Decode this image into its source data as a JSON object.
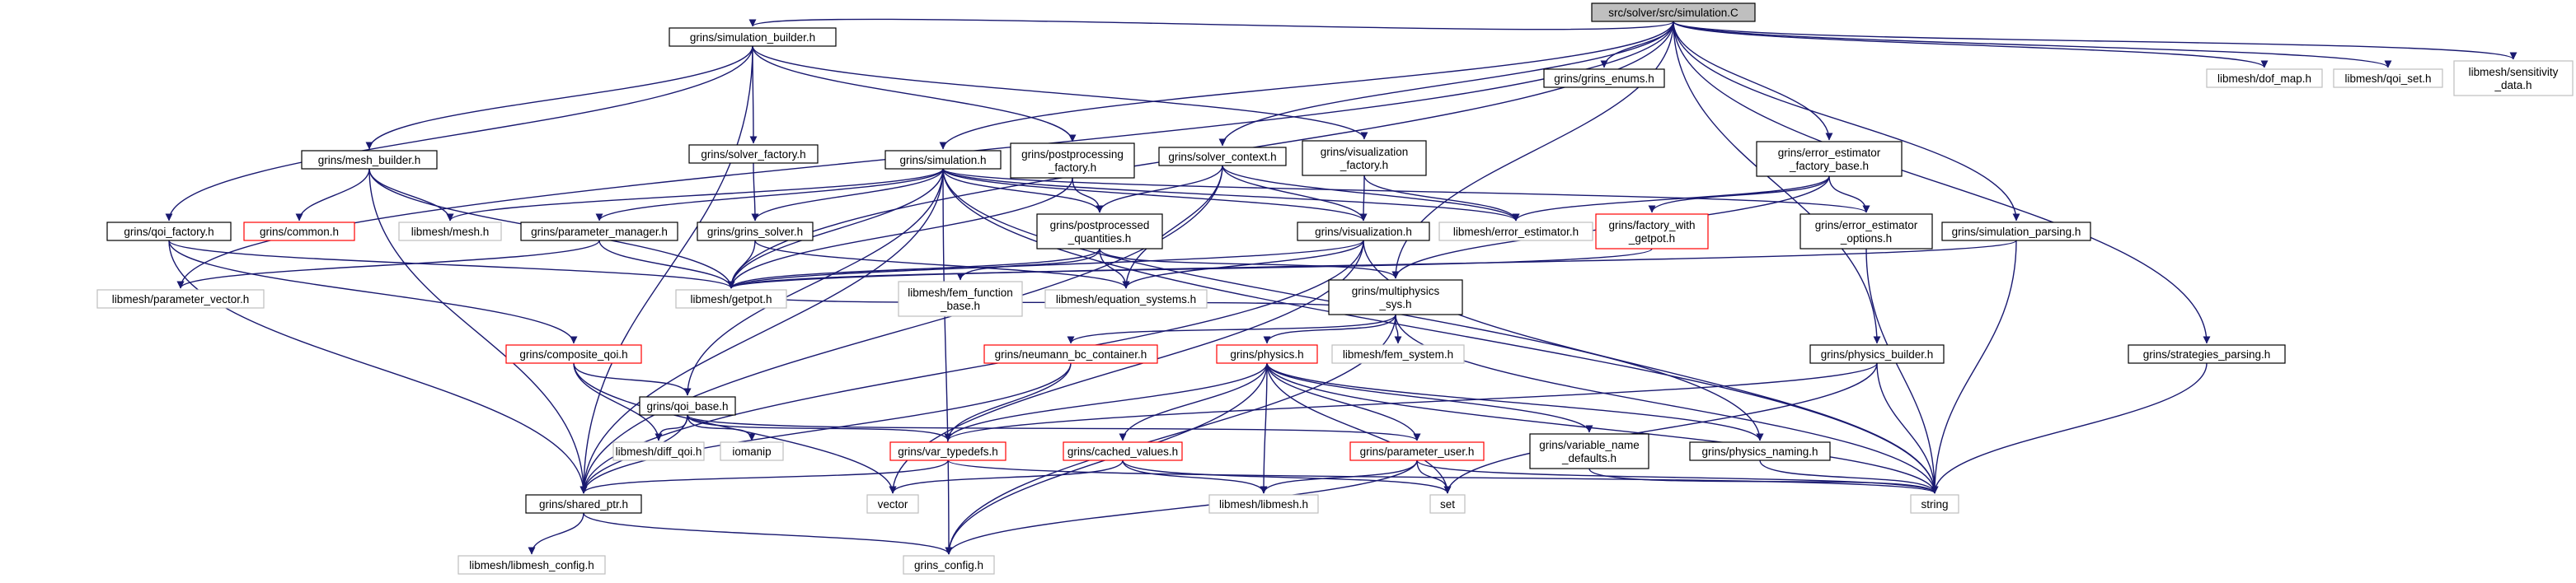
{
  "colors": {
    "edge": "#191970",
    "box_black": "#000000",
    "box_red": "#ff0000",
    "box_gray": "#bfbfbf",
    "root_fill": "#bfbfbf"
  },
  "nodes": [
    {
      "id": "sim_C",
      "lines": [
        "src/solver/src/simulation.C"
      ],
      "style": "root"
    },
    {
      "id": "sim_builder",
      "lines": [
        "grins/simulation_builder.h"
      ],
      "style": "black"
    },
    {
      "id": "enums",
      "lines": [
        "grins/grins_enums.h"
      ],
      "style": "black"
    },
    {
      "id": "dofmap",
      "lines": [
        "libmesh/dof_map.h"
      ],
      "style": "gray"
    },
    {
      "id": "qoiset",
      "lines": [
        "libmesh/qoi_set.h"
      ],
      "style": "gray"
    },
    {
      "id": "sensdata",
      "lines": [
        "libmesh/sensitivity",
        "_data.h"
      ],
      "style": "gray"
    },
    {
      "id": "mesh_builder",
      "lines": [
        "grins/mesh_builder.h"
      ],
      "style": "black"
    },
    {
      "id": "solver_factory",
      "lines": [
        "grins/solver_factory.h"
      ],
      "style": "black"
    },
    {
      "id": "simulation_h",
      "lines": [
        "grins/simulation.h"
      ],
      "style": "black"
    },
    {
      "id": "pp_factory",
      "lines": [
        "grins/postprocessing",
        "_factory.h"
      ],
      "style": "black"
    },
    {
      "id": "solver_ctx",
      "lines": [
        "grins/solver_context.h"
      ],
      "style": "black"
    },
    {
      "id": "vis_factory",
      "lines": [
        "grins/visualization",
        "_factory.h"
      ],
      "style": "black"
    },
    {
      "id": "ee_factory",
      "lines": [
        "grins/error_estimator",
        "_factory_base.h"
      ],
      "style": "black"
    },
    {
      "id": "qoi_factory",
      "lines": [
        "grins/qoi_factory.h"
      ],
      "style": "black"
    },
    {
      "id": "common",
      "lines": [
        "grins/common.h"
      ],
      "style": "red"
    },
    {
      "id": "lm_mesh",
      "lines": [
        "libmesh/mesh.h"
      ],
      "style": "gray"
    },
    {
      "id": "param_mgr",
      "lines": [
        "grins/parameter_manager.h"
      ],
      "style": "black"
    },
    {
      "id": "grins_solver",
      "lines": [
        "grins/grins_solver.h"
      ],
      "style": "black"
    },
    {
      "id": "pp_qty",
      "lines": [
        "grins/postprocessed",
        "_quantities.h"
      ],
      "style": "black"
    },
    {
      "id": "vis_h",
      "lines": [
        "grins/visualization.h"
      ],
      "style": "black"
    },
    {
      "id": "lm_errest",
      "lines": [
        "libmesh/error_estimator.h"
      ],
      "style": "gray"
    },
    {
      "id": "fwg",
      "lines": [
        "grins/factory_with",
        "_getpot.h"
      ],
      "style": "red"
    },
    {
      "id": "ee_opts",
      "lines": [
        "grins/error_estimator",
        "_options.h"
      ],
      "style": "black"
    },
    {
      "id": "sim_parsing",
      "lines": [
        "grins/simulation_parsing.h"
      ],
      "style": "black"
    },
    {
      "id": "param_vec",
      "lines": [
        "libmesh/parameter_vector.h"
      ],
      "style": "gray"
    },
    {
      "id": "getpot",
      "lines": [
        "libmesh/getpot.h"
      ],
      "style": "gray"
    },
    {
      "id": "fem_func",
      "lines": [
        "libmesh/fem_function",
        "_base.h"
      ],
      "style": "gray"
    },
    {
      "id": "eqsys",
      "lines": [
        "libmesh/equation_systems.h"
      ],
      "style": "gray"
    },
    {
      "id": "multiphys",
      "lines": [
        "grins/multiphysics",
        "_sys.h"
      ],
      "style": "black"
    },
    {
      "id": "comp_qoi",
      "lines": [
        "grins/composite_qoi.h"
      ],
      "style": "red"
    },
    {
      "id": "lm_femsys",
      "lines": [
        "libmesh/fem_system.h"
      ],
      "style": "gray"
    },
    {
      "id": "neumann",
      "lines": [
        "grins/neumann_bc_container.h"
      ],
      "style": "red"
    },
    {
      "id": "physics",
      "lines": [
        "grins/physics.h"
      ],
      "style": "red"
    },
    {
      "id": "physics_builder",
      "lines": [
        "grins/physics_builder.h"
      ],
      "style": "black"
    },
    {
      "id": "strat_parsing",
      "lines": [
        "grins/strategies_parsing.h"
      ],
      "style": "black"
    },
    {
      "id": "qoi_base",
      "lines": [
        "grins/qoi_base.h"
      ],
      "style": "black"
    },
    {
      "id": "diffqoi",
      "lines": [
        "libmesh/diff_qoi.h"
      ],
      "style": "gray"
    },
    {
      "id": "iomanip",
      "lines": [
        "iomanip"
      ],
      "style": "gray"
    },
    {
      "id": "var_typedefs",
      "lines": [
        "grins/var_typedefs.h"
      ],
      "style": "red"
    },
    {
      "id": "cached",
      "lines": [
        "grins/cached_values.h"
      ],
      "style": "red"
    },
    {
      "id": "param_user",
      "lines": [
        "grins/parameter_user.h"
      ],
      "style": "red"
    },
    {
      "id": "var_name",
      "lines": [
        "grins/variable_name",
        "_defaults.h"
      ],
      "style": "black"
    },
    {
      "id": "phys_naming",
      "lines": [
        "grins/physics_naming.h"
      ],
      "style": "black"
    },
    {
      "id": "shared_ptr",
      "lines": [
        "grins/shared_ptr.h"
      ],
      "style": "black"
    },
    {
      "id": "vector",
      "lines": [
        "vector"
      ],
      "style": "gray"
    },
    {
      "id": "lm_libmesh",
      "lines": [
        "libmesh/libmesh.h"
      ],
      "style": "gray"
    },
    {
      "id": "set",
      "lines": [
        "set"
      ],
      "style": "gray"
    },
    {
      "id": "string",
      "lines": [
        "string"
      ],
      "style": "gray"
    },
    {
      "id": "lm_config",
      "lines": [
        "libmesh/libmesh_config.h"
      ],
      "style": "gray"
    },
    {
      "id": "grins_config",
      "lines": [
        "grins_config.h"
      ],
      "style": "gray"
    }
  ],
  "edges": [
    [
      "sim_C",
      "sim_builder"
    ],
    [
      "sim_C",
      "enums"
    ],
    [
      "sim_C",
      "dofmap"
    ],
    [
      "sim_C",
      "qoiset"
    ],
    [
      "sim_C",
      "sensdata"
    ],
    [
      "sim_C",
      "simulation_h"
    ],
    [
      "sim_C",
      "solver_ctx"
    ],
    [
      "sim_C",
      "ee_factory"
    ],
    [
      "sim_C",
      "sim_parsing"
    ],
    [
      "sim_C",
      "multiphys"
    ],
    [
      "sim_C",
      "physics_builder"
    ],
    [
      "sim_C",
      "strat_parsing"
    ],
    [
      "sim_C",
      "param_vec"
    ],
    [
      "sim_C",
      "getpot"
    ],
    [
      "sim_builder",
      "mesh_builder"
    ],
    [
      "sim_builder",
      "solver_factory"
    ],
    [
      "sim_builder",
      "qoi_factory"
    ],
    [
      "sim_builder",
      "pp_factory"
    ],
    [
      "sim_builder",
      "vis_factory"
    ],
    [
      "sim_builder",
      "shared_ptr"
    ],
    [
      "mesh_builder",
      "common"
    ],
    [
      "mesh_builder",
      "lm_mesh"
    ],
    [
      "mesh_builder",
      "getpot"
    ],
    [
      "mesh_builder",
      "shared_ptr"
    ],
    [
      "solver_factory",
      "grins_solver"
    ],
    [
      "simulation_h",
      "lm_mesh"
    ],
    [
      "simulation_h",
      "param_mgr"
    ],
    [
      "simulation_h",
      "grins_solver"
    ],
    [
      "simulation_h",
      "pp_qty"
    ],
    [
      "simulation_h",
      "vis_h"
    ],
    [
      "simulation_h",
      "lm_errest"
    ],
    [
      "simulation_h",
      "ee_opts"
    ],
    [
      "simulation_h",
      "getpot"
    ],
    [
      "simulation_h",
      "qoi_base"
    ],
    [
      "simulation_h",
      "shared_ptr"
    ],
    [
      "simulation_h",
      "grins_config"
    ],
    [
      "simulation_h",
      "phys_naming"
    ],
    [
      "simulation_h",
      "string"
    ],
    [
      "pp_factory",
      "pp_qty"
    ],
    [
      "pp_factory",
      "getpot"
    ],
    [
      "solver_ctx",
      "vis_h"
    ],
    [
      "solver_ctx",
      "pp_qty"
    ],
    [
      "solver_ctx",
      "lm_errest"
    ],
    [
      "solver_ctx",
      "eqsys"
    ],
    [
      "solver_ctx",
      "shared_ptr"
    ],
    [
      "vis_factory",
      "vis_h"
    ],
    [
      "vis_factory",
      "lm_errest"
    ],
    [
      "ee_factory",
      "lm_errest"
    ],
    [
      "ee_factory",
      "fwg"
    ],
    [
      "ee_factory",
      "ee_opts"
    ],
    [
      "ee_factory",
      "multiphys"
    ],
    [
      "qoi_factory",
      "comp_qoi"
    ],
    [
      "qoi_factory",
      "getpot"
    ],
    [
      "qoi_factory",
      "shared_ptr"
    ],
    [
      "param_mgr",
      "param_vec"
    ],
    [
      "param_mgr",
      "getpot"
    ],
    [
      "grins_solver",
      "eqsys"
    ],
    [
      "grins_solver",
      "getpot"
    ],
    [
      "pp_qty",
      "fem_func"
    ],
    [
      "pp_qty",
      "eqsys"
    ],
    [
      "pp_qty",
      "getpot"
    ],
    [
      "pp_qty",
      "multiphys"
    ],
    [
      "vis_h",
      "eqsys"
    ],
    [
      "vis_h",
      "getpot"
    ],
    [
      "vis_h",
      "shared_ptr"
    ],
    [
      "vis_h",
      "string"
    ],
    [
      "vis_h",
      "vector"
    ],
    [
      "fwg",
      "getpot"
    ],
    [
      "ee_opts",
      "string"
    ],
    [
      "sim_parsing",
      "getpot"
    ],
    [
      "sim_parsing",
      "string"
    ],
    [
      "multiphys",
      "lm_femsys"
    ],
    [
      "multiphys",
      "neumann"
    ],
    [
      "multiphys",
      "physics"
    ],
    [
      "multiphys",
      "string"
    ],
    [
      "multiphys",
      "getpot"
    ],
    [
      "multiphys",
      "grins_config"
    ],
    [
      "comp_qoi",
      "qoi_base"
    ],
    [
      "comp_qoi",
      "diffqoi"
    ],
    [
      "comp_qoi",
      "vector"
    ],
    [
      "neumann",
      "var_typedefs"
    ],
    [
      "neumann",
      "shared_ptr"
    ],
    [
      "physics",
      "var_typedefs"
    ],
    [
      "physics",
      "cached"
    ],
    [
      "physics",
      "param_user"
    ],
    [
      "physics",
      "var_name"
    ],
    [
      "physics",
      "phys_naming"
    ],
    [
      "physics",
      "lm_libmesh"
    ],
    [
      "physics",
      "set"
    ],
    [
      "physics",
      "string"
    ],
    [
      "physics",
      "grins_config"
    ],
    [
      "physics_builder",
      "var_typedefs"
    ],
    [
      "physics_builder",
      "set"
    ],
    [
      "physics_builder",
      "string"
    ],
    [
      "strat_parsing",
      "string"
    ],
    [
      "qoi_base",
      "diffqoi"
    ],
    [
      "qoi_base",
      "iomanip"
    ],
    [
      "qoi_base",
      "var_typedefs"
    ],
    [
      "qoi_base",
      "param_user"
    ],
    [
      "qoi_base",
      "shared_ptr"
    ],
    [
      "var_typedefs",
      "shared_ptr"
    ],
    [
      "var_typedefs",
      "string"
    ],
    [
      "cached",
      "vector"
    ],
    [
      "cached",
      "lm_libmesh"
    ],
    [
      "cached",
      "set"
    ],
    [
      "param_user",
      "lm_libmesh"
    ],
    [
      "param_user",
      "set"
    ],
    [
      "param_user",
      "string"
    ],
    [
      "param_user",
      "grins_config"
    ],
    [
      "var_name",
      "string"
    ],
    [
      "phys_naming",
      "string"
    ],
    [
      "shared_ptr",
      "lm_config"
    ],
    [
      "shared_ptr",
      "grins_config"
    ]
  ]
}
